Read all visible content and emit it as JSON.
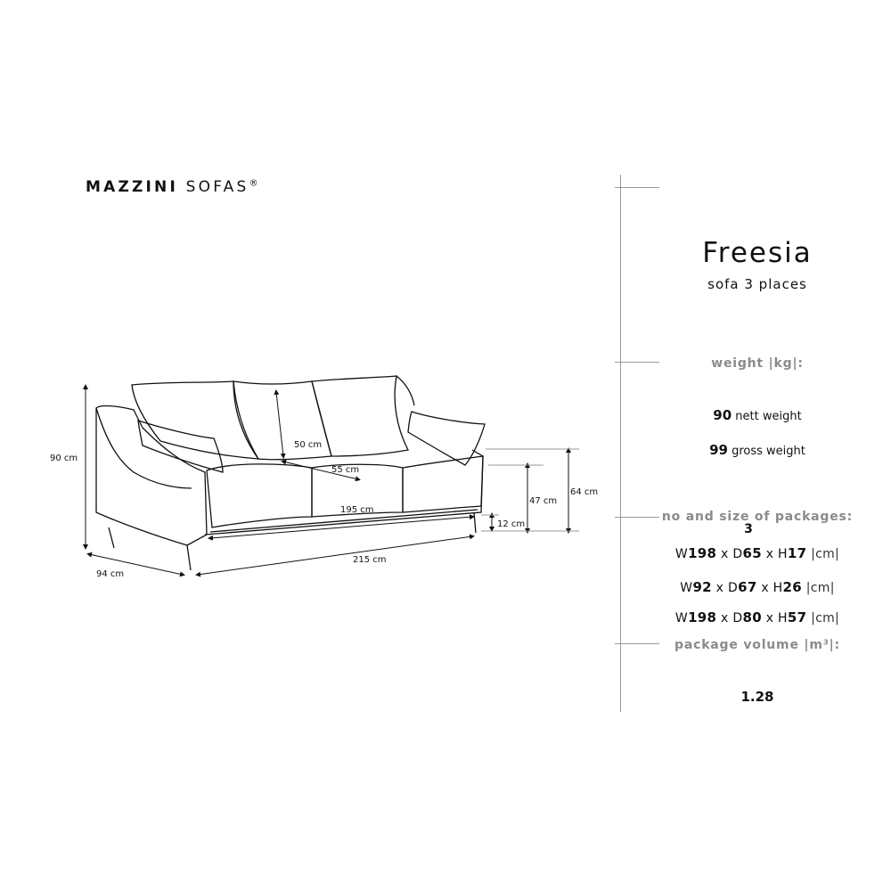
{
  "brand": {
    "name_bold": "MAZZINI",
    "name_light": "SOFAS",
    "mark": "®"
  },
  "product": {
    "name": "Freesia",
    "subtitle": "sofa 3 places"
  },
  "weight": {
    "label": "weight |kg|:",
    "nett_value": "90",
    "nett_label": "nett weight",
    "gross_value": "99",
    "gross_label": "gross weight"
  },
  "packages": {
    "label": "no  and size of packages:",
    "count": "3",
    "items": [
      {
        "w": "198",
        "d": "65",
        "h": "17",
        "unit": "|cm|"
      },
      {
        "w": "92",
        "d": "67",
        "h": "26",
        "unit": "|cm|"
      },
      {
        "w": "198",
        "d": "80",
        "h": "57",
        "unit": "|cm|"
      }
    ]
  },
  "volume": {
    "label": "package volume |m³|:",
    "value": "1.28"
  },
  "dimensions": {
    "height": "90 cm",
    "depth": "94 cm",
    "width": "215 cm",
    "seat_width": "195 cm",
    "seat_depth": "55 cm",
    "back_height": "50 cm",
    "seat_height": "47 cm",
    "arm_height": "64 cm",
    "leg_height": "12 cm"
  },
  "icons": [
    "sofa-drawing",
    "dimension-arrows"
  ]
}
